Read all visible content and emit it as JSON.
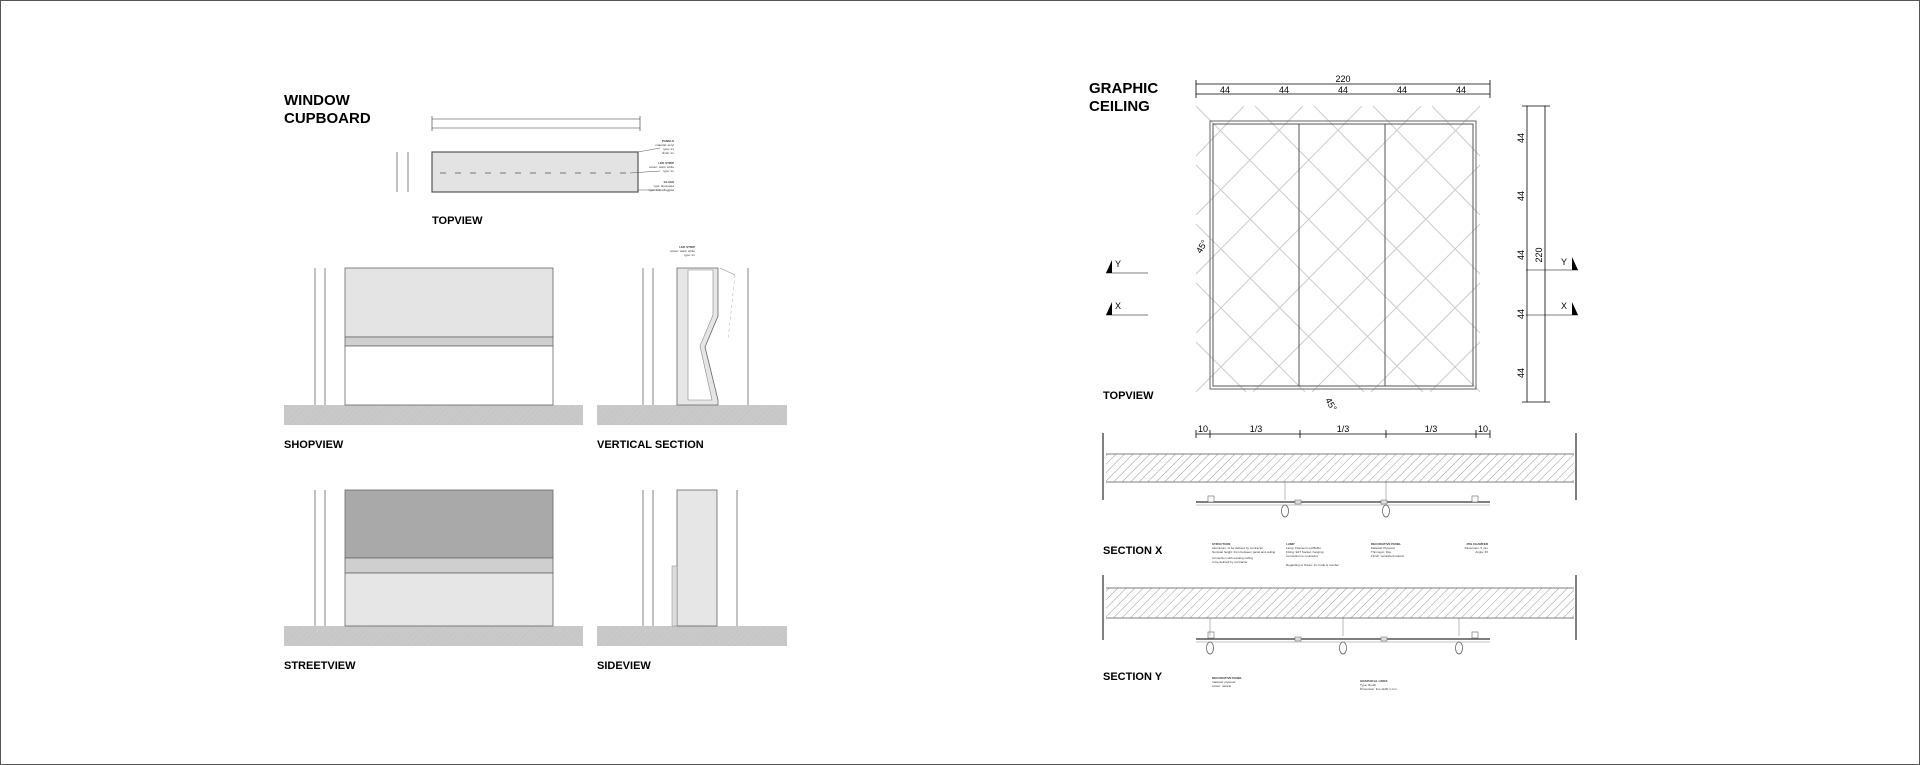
{
  "left": {
    "title_line1": "WINDOW",
    "title_line2": "CUPBOARD",
    "labels": {
      "topview": "TOPVIEW",
      "shopview": "SHOPVIEW",
      "vertical_section": "VERTICAL SECTION",
      "streetview": "STREETVIEW",
      "sideview": "SIDEVIEW"
    },
    "topview_notes": [
      {
        "head": "PANELS",
        "body": [
          "material: acryl",
          "type: tm",
          "finish: tm"
        ]
      },
      {
        "head": "LED STRIP",
        "body": [
          "colour: warm white",
          "type: tm"
        ]
      },
      {
        "head": "GLASS",
        "body": [
          "type: laminated",
          "type: Antireflagglas"
        ]
      }
    ],
    "section_note": {
      "head": "LED STRIP",
      "body": [
        "colour: warm white",
        "type: tm"
      ]
    }
  },
  "right": {
    "title_line1": "GRAPHIC",
    "title_line2": "CEILING",
    "labels": {
      "topview": "TOPVIEW",
      "section_x": "SECTION X",
      "section_y": "SECTION Y"
    },
    "dims": {
      "total_width": "220",
      "module": "44",
      "total_height": "220",
      "edge": "10",
      "third": "1/3",
      "angle": "45°"
    },
    "section_markers": {
      "y": "Y",
      "x": "X"
    },
    "section_x_notes": [
      {
        "head": "STRUCTURE",
        "body": [
          "Aluminium, to be defined by contractor",
          "Nominal height: from between panel and ceiling",
          "connection with existing ceiling",
          "to be defined by contractor"
        ]
      },
      {
        "head": "LAMP",
        "body": [
          "Lamp: Filament Led Bulbs",
          "Fixing: E27 Socket, hanging",
          "connection to contractor",
          "Regarding to fixture: its mode is number"
        ]
      },
      {
        "head": "DECORATIVE PANEL",
        "body": [
          "Material: Plywood",
          "Thin layer: Duo",
          "Finish: varnished natural"
        ]
      },
      {
        "head": "45% CHAMFER",
        "body": [
          "Dimension: 5 mm",
          "Angle: 45"
        ]
      }
    ],
    "section_y_notes": [
      {
        "head": "DECORATIVE PANEL",
        "body": [
          "material: plywood",
          "colour: natural"
        ]
      },
      {
        "head": "GRAPHICAL LINES",
        "body": [
          "Type: Routh",
          "Dimension: line width 1 mm"
        ]
      }
    ]
  }
}
